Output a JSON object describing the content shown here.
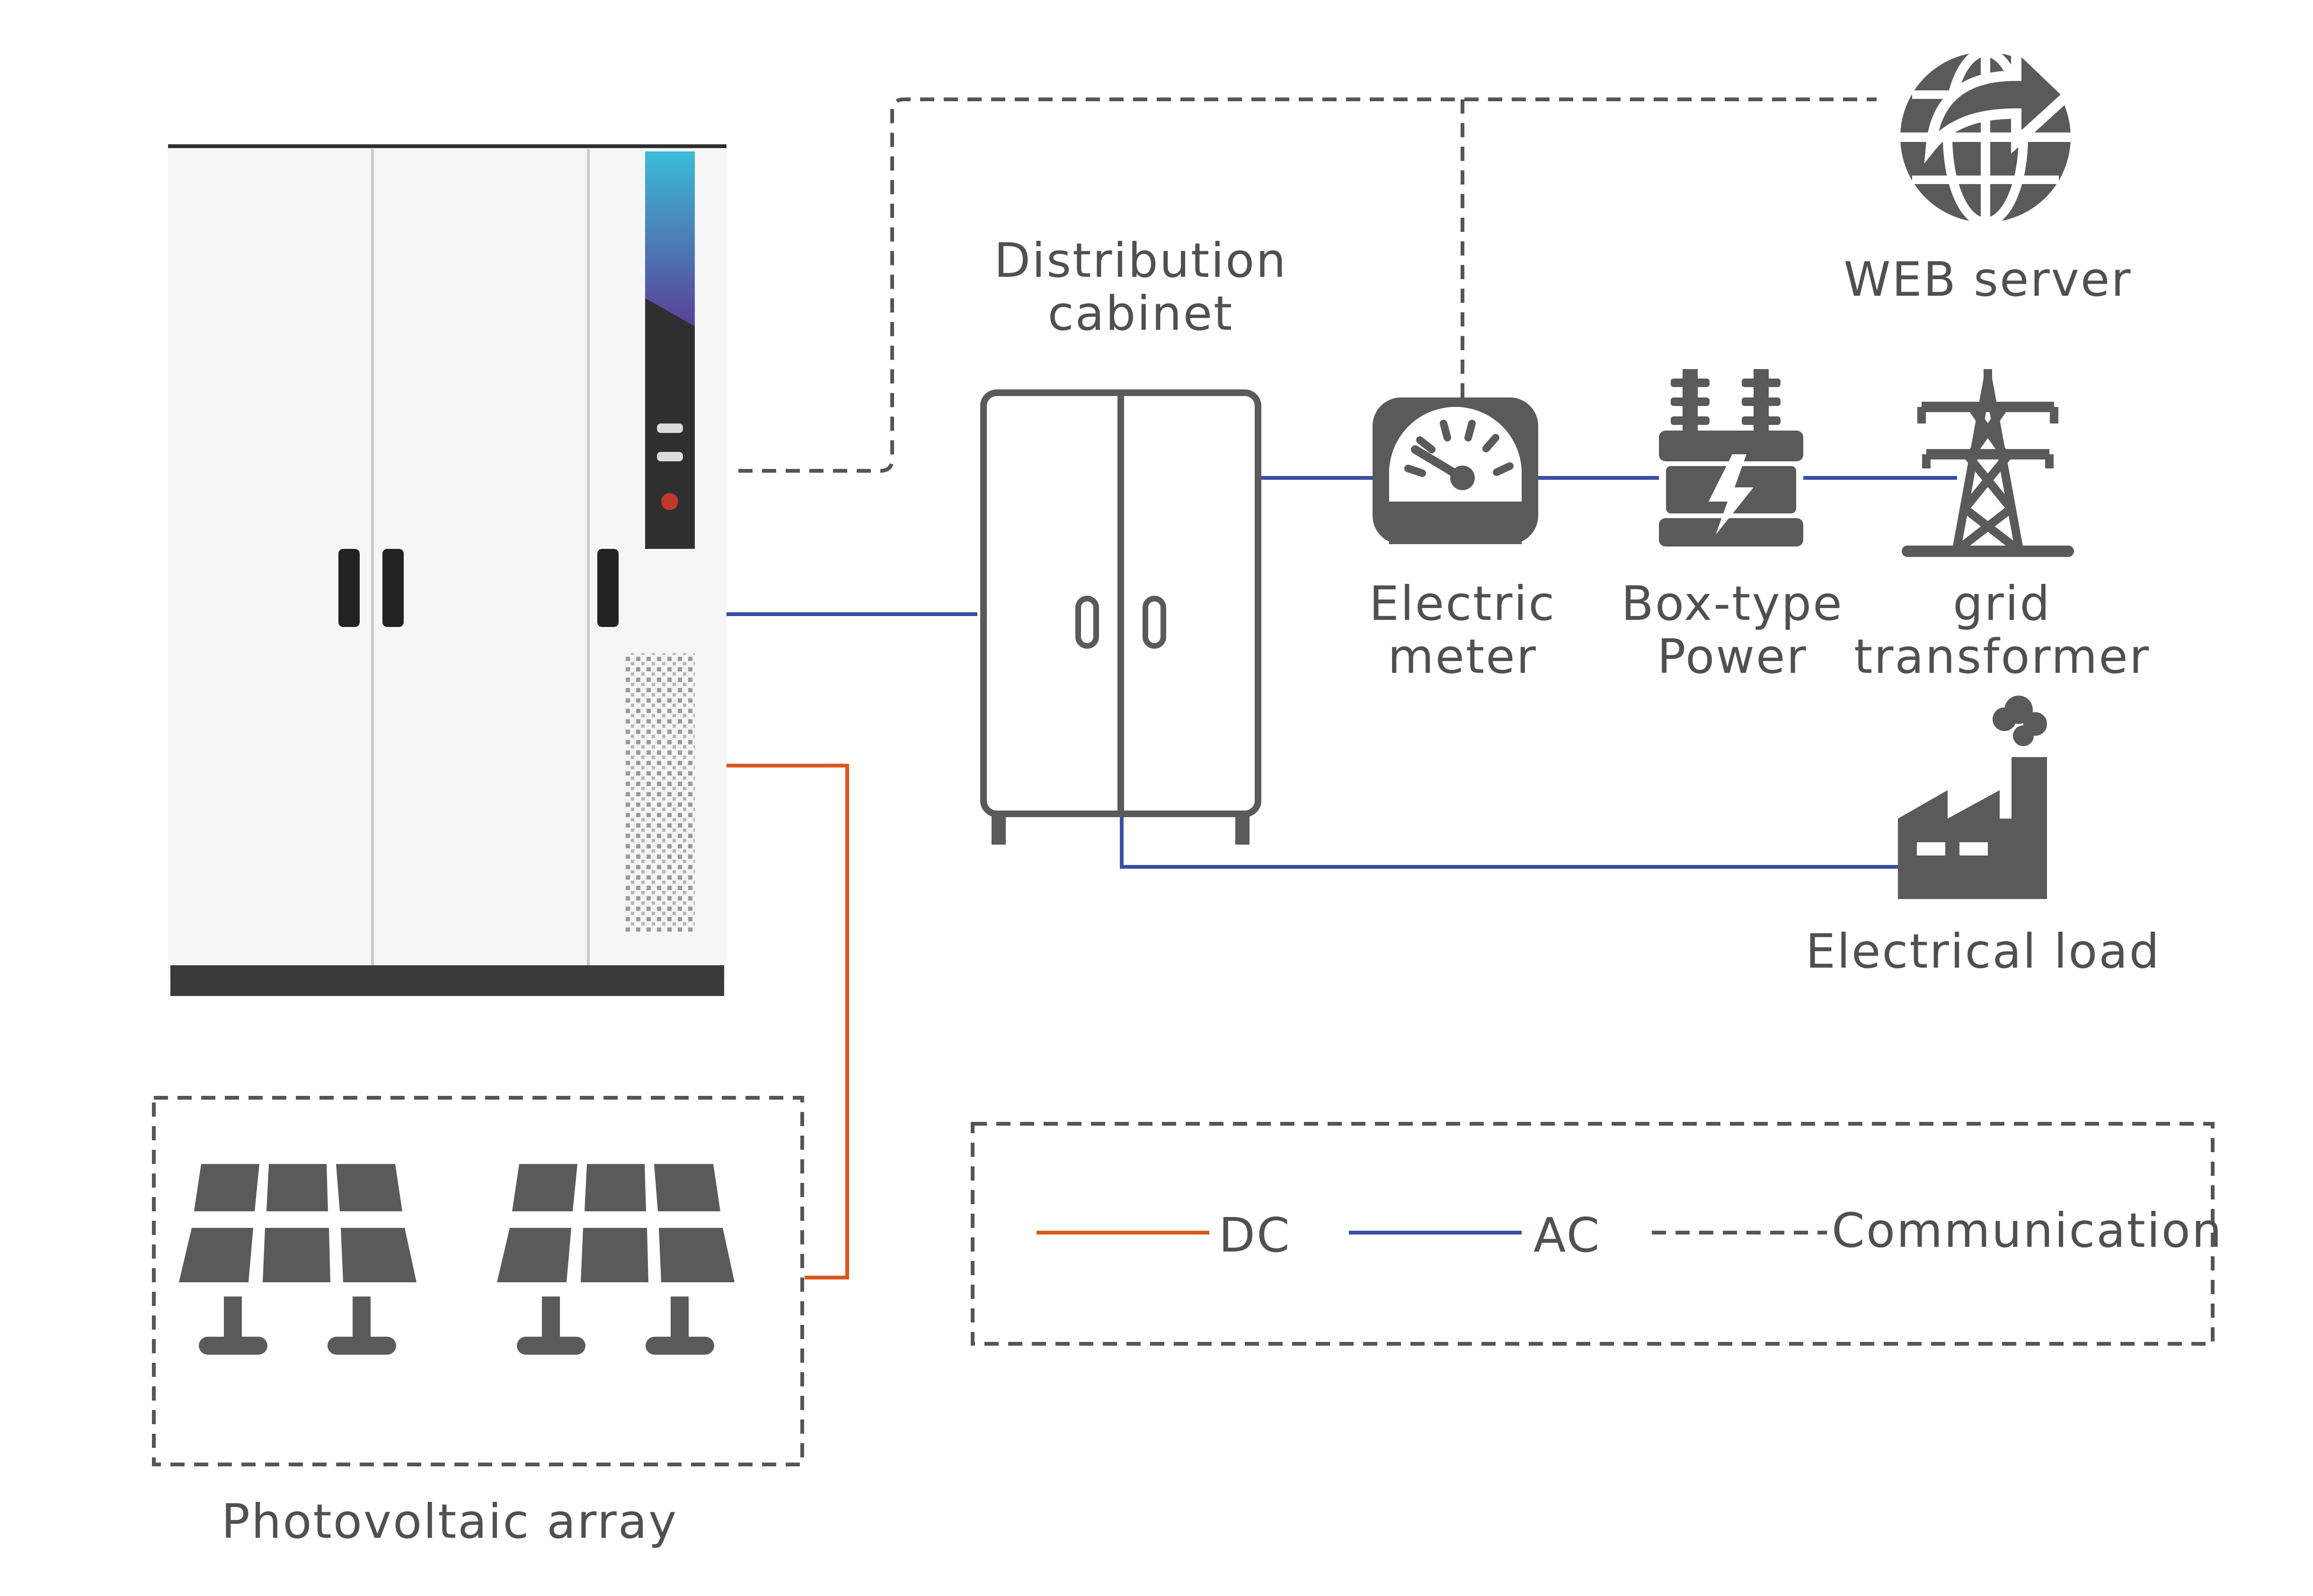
{
  "labels": {
    "distribution_cabinet": [
      "Distribution",
      "cabinet"
    ],
    "web_server": "WEB server",
    "electric_meter": [
      "Electric",
      "meter"
    ],
    "box_type_power": [
      "Box-type",
      "Power"
    ],
    "grid_transformer": [
      "grid",
      "transformer"
    ],
    "electrical_load": "Electrical load",
    "photovoltaic_array": "Photovoltaic array"
  },
  "legend": {
    "dc": "DC",
    "ac": "AC",
    "communication": "Communication"
  },
  "colors": {
    "dc_line": "#d9581e",
    "ac_line": "#3a4ea3",
    "comm_line": "#555555",
    "icon_fill": "#5a5a5a",
    "text": "#505050",
    "inverter_gradient_top": "#3bbcd8",
    "inverter_gradient_bottom": "#5b3f98",
    "knob": "#c0392b"
  },
  "icons": [
    "inverter-cabinet",
    "distribution-cabinet-icon",
    "electric-meter-icon",
    "box-transformer-icon",
    "grid-tower-icon",
    "web-globe-icon",
    "factory-icon",
    "solar-panel-icon"
  ]
}
